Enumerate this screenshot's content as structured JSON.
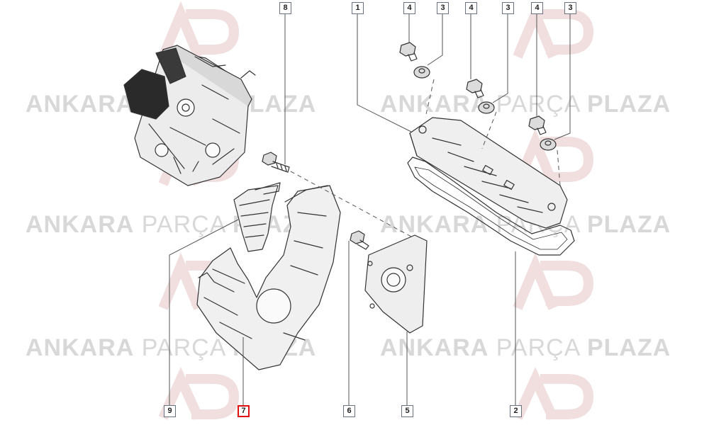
{
  "watermark": {
    "word1": "ANKARA",
    "word2": "PARÇA",
    "word3": "PLAZA",
    "logo_letters": "AP"
  },
  "callouts": {
    "c1": "1",
    "c2": "2",
    "c3a": "3",
    "c3b": "3",
    "c3c": "3",
    "c4a": "4",
    "c4b": "4",
    "c4c": "4",
    "c5": "5",
    "c6": "6",
    "c7": "7",
    "c8": "8",
    "c9": "9"
  },
  "highlight": {
    "part": "7",
    "color": "#e01010"
  },
  "colors": {
    "line": "#333333",
    "part_fill": "#f2f2f2",
    "watermark": "#d8d8d8",
    "logo": "#f1dede"
  }
}
